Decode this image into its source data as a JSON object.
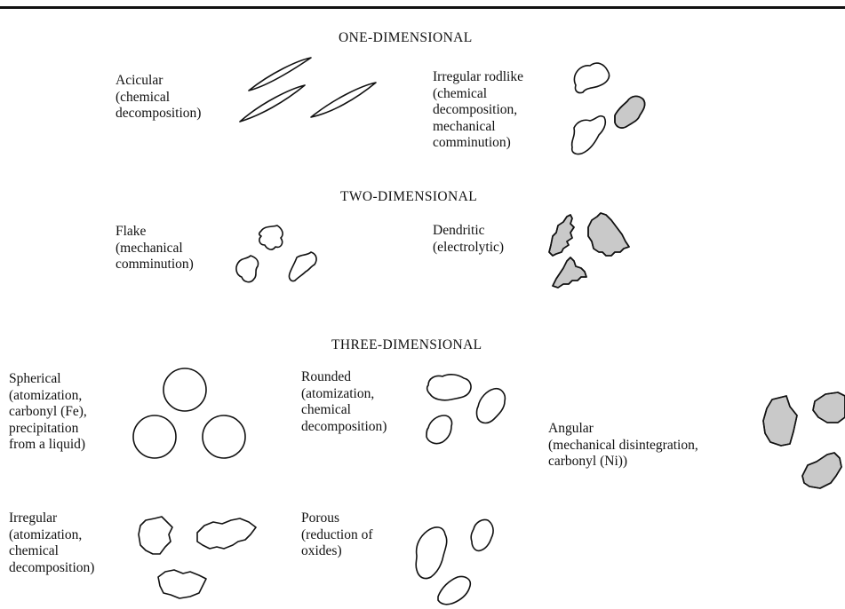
{
  "headings": {
    "one": "ONE-DIMENSIONAL",
    "two": "TWO-DIMENSIONAL",
    "three": "THREE-DIMENSIONAL"
  },
  "labels": {
    "acicular": "Acicular\n(chemical\ndecomposition)",
    "irregular_rodlike": "Irregular rodlike\n(chemical\ndecomposition,\nmechanical\ncomminution)",
    "flake": "Flake\n(mechanical\ncomminution)",
    "dendritic": "Dendritic\n(electrolytic)",
    "spherical": "Spherical\n(atomization,\ncarbonyl (Fe),\nprecipitation\nfrom a liquid)",
    "rounded": "Rounded\n(atomization,\nchemical\ndecomposition)",
    "angular": "Angular\n(mechanical disintegration,\ncarbonyl (Ni))",
    "irregular": "Irregular\n(atomization,\nchemical\ndecomposition)",
    "porous": "Porous\n(reduction of\noxides)"
  }
}
